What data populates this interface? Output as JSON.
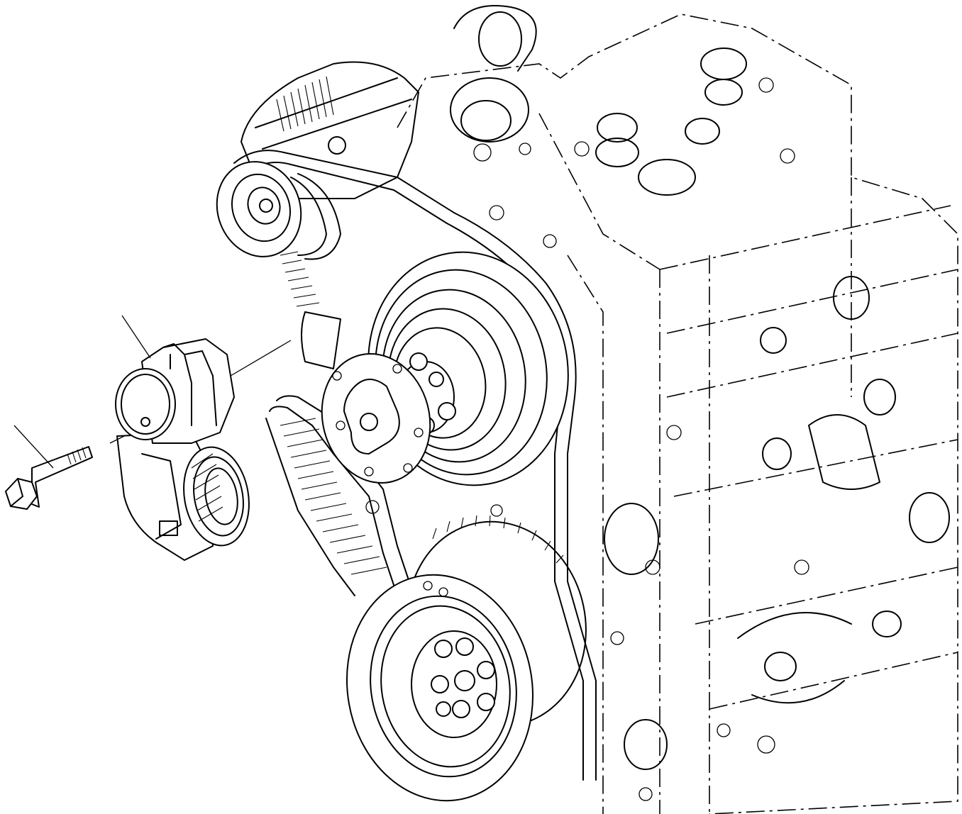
{
  "drawing": {
    "background": "#ffffff",
    "line_color": "#000000",
    "parts": [
      {
        "name": "belt-tensioner-assembly"
      },
      {
        "name": "mounting-bolt"
      },
      {
        "name": "drive-belt"
      },
      {
        "name": "crankshaft-pulley"
      },
      {
        "name": "fan-hub-pulley"
      },
      {
        "name": "alternator"
      },
      {
        "name": "engine-block"
      }
    ]
  }
}
